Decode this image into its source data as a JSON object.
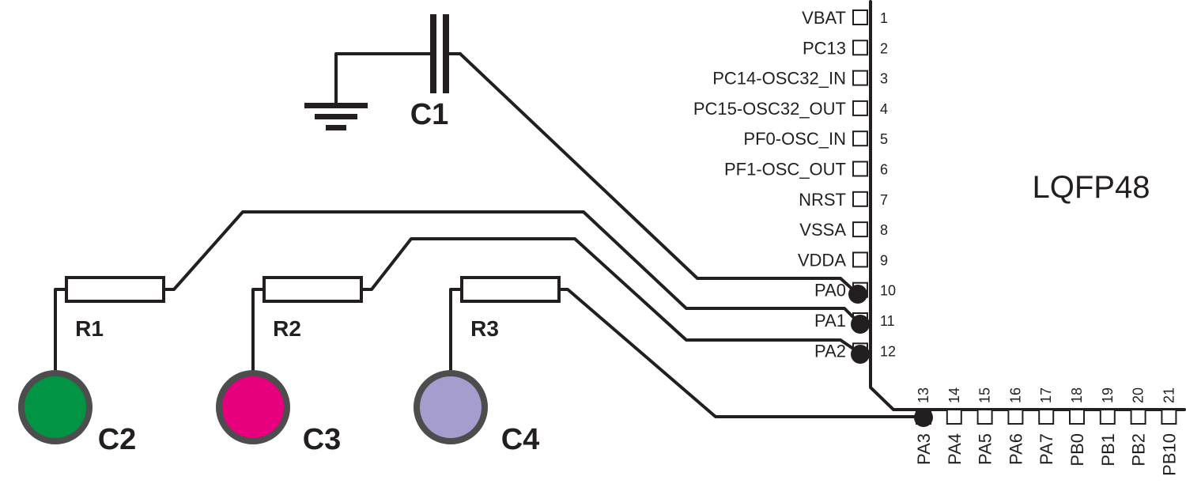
{
  "chip": {
    "package": "LQFP48"
  },
  "left_pins": [
    {
      "name": "VBAT",
      "num": "1"
    },
    {
      "name": "PC13",
      "num": "2"
    },
    {
      "name": "PC14-OSC32_IN",
      "num": "3"
    },
    {
      "name": "PC15-OSC32_OUT",
      "num": "4"
    },
    {
      "name": "PF0-OSC_IN",
      "num": "5"
    },
    {
      "name": "PF1-OSC_OUT",
      "num": "6"
    },
    {
      "name": "NRST",
      "num": "7"
    },
    {
      "name": "VSSA",
      "num": "8"
    },
    {
      "name": "VDDA",
      "num": "9"
    },
    {
      "name": "PA0",
      "num": "10"
    },
    {
      "name": "PA1",
      "num": "11"
    },
    {
      "name": "PA2",
      "num": "12"
    }
  ],
  "bottom_pins": [
    {
      "name": "PA3",
      "num": "13"
    },
    {
      "name": "PA4",
      "num": "14"
    },
    {
      "name": "PA5",
      "num": "15"
    },
    {
      "name": "PA6",
      "num": "16"
    },
    {
      "name": "PA7",
      "num": "17"
    },
    {
      "name": "PB0",
      "num": "18"
    },
    {
      "name": "PB1",
      "num": "19"
    },
    {
      "name": "PB2",
      "num": "20"
    },
    {
      "name": "PB10",
      "num": "21"
    }
  ],
  "components": {
    "c1": "C1",
    "r1": "R1",
    "r2": "R2",
    "r3": "R3",
    "c2": "C2",
    "c3": "C3",
    "c4": "C4"
  },
  "colors": {
    "c2_fill": "#009444",
    "c3_fill": "#e6007e",
    "c4_fill": "#a59dcd",
    "pad_ring": "#4d4d4d",
    "ink": "#231f20"
  }
}
